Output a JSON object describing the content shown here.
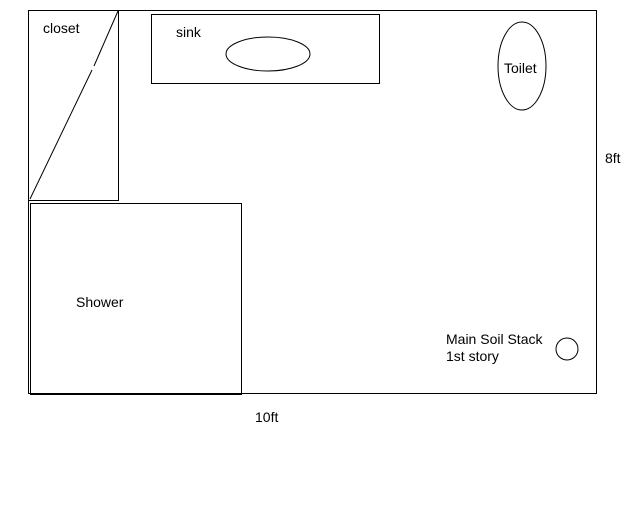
{
  "rooms": {
    "closet": {
      "label": "closet"
    },
    "sink": {
      "label": "sink"
    },
    "toilet": {
      "label": "Toilet"
    },
    "shower": {
      "label": "Shower"
    },
    "stack": {
      "line1": "Main Soil Stack",
      "line2": "1st story"
    }
  },
  "dimensions": {
    "width": "10ft",
    "depth": "8ft"
  },
  "colors": {
    "line": "#000000",
    "background": "#ffffff"
  }
}
